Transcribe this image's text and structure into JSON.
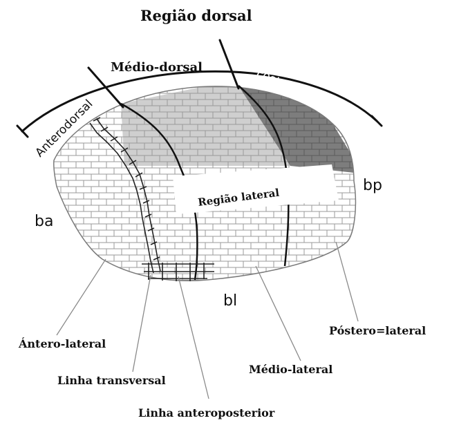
{
  "regions": {
    "dorsal": "Região dorsal",
    "medio_dorsal": "Médio-dorsal",
    "anterodorsal": "Anterodorsal",
    "posterodorsal": "Posterodorsal",
    "lateral": "Região lateral"
  },
  "borders": {
    "anterior": "ba",
    "posterior": "bp",
    "lateral": "bl"
  },
  "callouts": {
    "antero_lateral": "Ántero-lateral",
    "linha_transversal": "Linha transversal",
    "linha_anteroposterior": "Linha anteroposterior",
    "medio_lateral": "Médio-lateral",
    "postero_lateral": "Póstero=lateral"
  },
  "colors": {
    "medio_dorsal_fill": "#cfcfcf",
    "posterodorsal_fill": "#7d7d7d",
    "cell_stroke": "#9a9a9a"
  }
}
